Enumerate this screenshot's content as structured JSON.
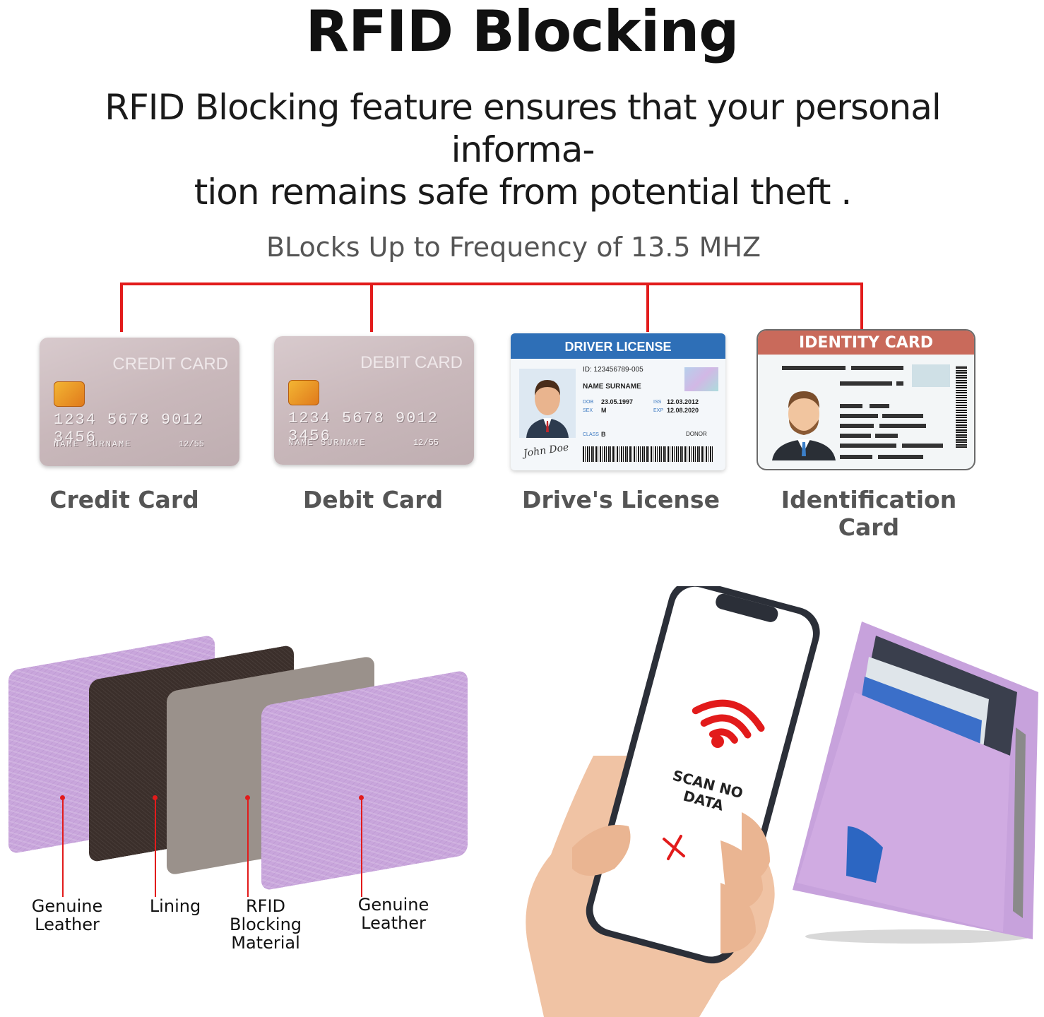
{
  "title": "RFID Blocking",
  "description_line1": "RFID Blocking feature ensures that your personal informa-",
  "description_line2": "tion remains safe from potential theft .",
  "frequency_text": "BLocks Up to Frequency of 13.5 MHZ",
  "accent_color": "#e21b1b",
  "cards": {
    "credit": {
      "label": "Credit Card",
      "card_title": "CREDIT CARD",
      "number": "1234 5678 9012 3456",
      "holder": "NAME SURNAME",
      "expiry": "12/55"
    },
    "debit": {
      "label": "Debit Card",
      "card_title": "DEBIT CARD",
      "number": "1234 5678 9012 3456",
      "holder": "NAME SURNAME",
      "expiry": "12/55"
    },
    "license": {
      "label": "Drive's License",
      "header": "DRIVER LICENSE",
      "id": "ID: 123456789-005",
      "name": "NAME SURNAME",
      "dob_label": "DOB",
      "dob": "23.05.1997",
      "sex_label": "SEX",
      "sex": "M",
      "iss_label": "ISS",
      "iss": "12.03.2012",
      "exp_label": "EXP",
      "exp": "12.08.2020",
      "class_label": "CLASS",
      "class": "B",
      "donor": "DONOR",
      "signature": "John Doe"
    },
    "identity": {
      "label": "Identification Card",
      "header": "IDENTITY CARD"
    }
  },
  "layers": [
    {
      "label": "Genuine Leather"
    },
    {
      "label": "Lining"
    },
    {
      "label_line1": "RFID Blocking",
      "label_line2": "Material"
    },
    {
      "label": "Genuine Leather"
    }
  ],
  "phone": {
    "scan_text": "SCAN NO DATA",
    "wifi_icon_color": "#e21b1b"
  }
}
